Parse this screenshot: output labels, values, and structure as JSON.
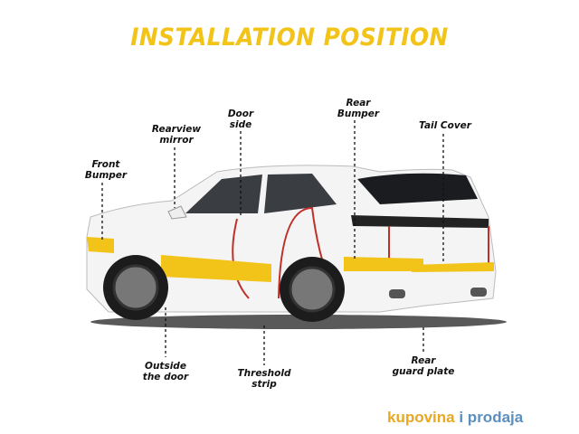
{
  "title": "INSTALLATION POSITION",
  "labels": {
    "front_bumper": "Front\nBumper",
    "rearview_mirror": "Rearview\nmirror",
    "door_side": "Door\nside",
    "rear_bumper": "Rear\nBumper",
    "tail_cover": "Tail Cover",
    "outside_door": "Outside\nthe door",
    "threshold_strip": "Threshold\nstrip",
    "rear_guard_plate": "Rear\nguard plate"
  },
  "watermark": {
    "part1": "kupovina",
    "part2": "i prodaja"
  },
  "colors": {
    "accent": "#f2c318",
    "outline": "#c0302a",
    "wm1": "#e8a820",
    "wm2": "#5b8fc0"
  }
}
